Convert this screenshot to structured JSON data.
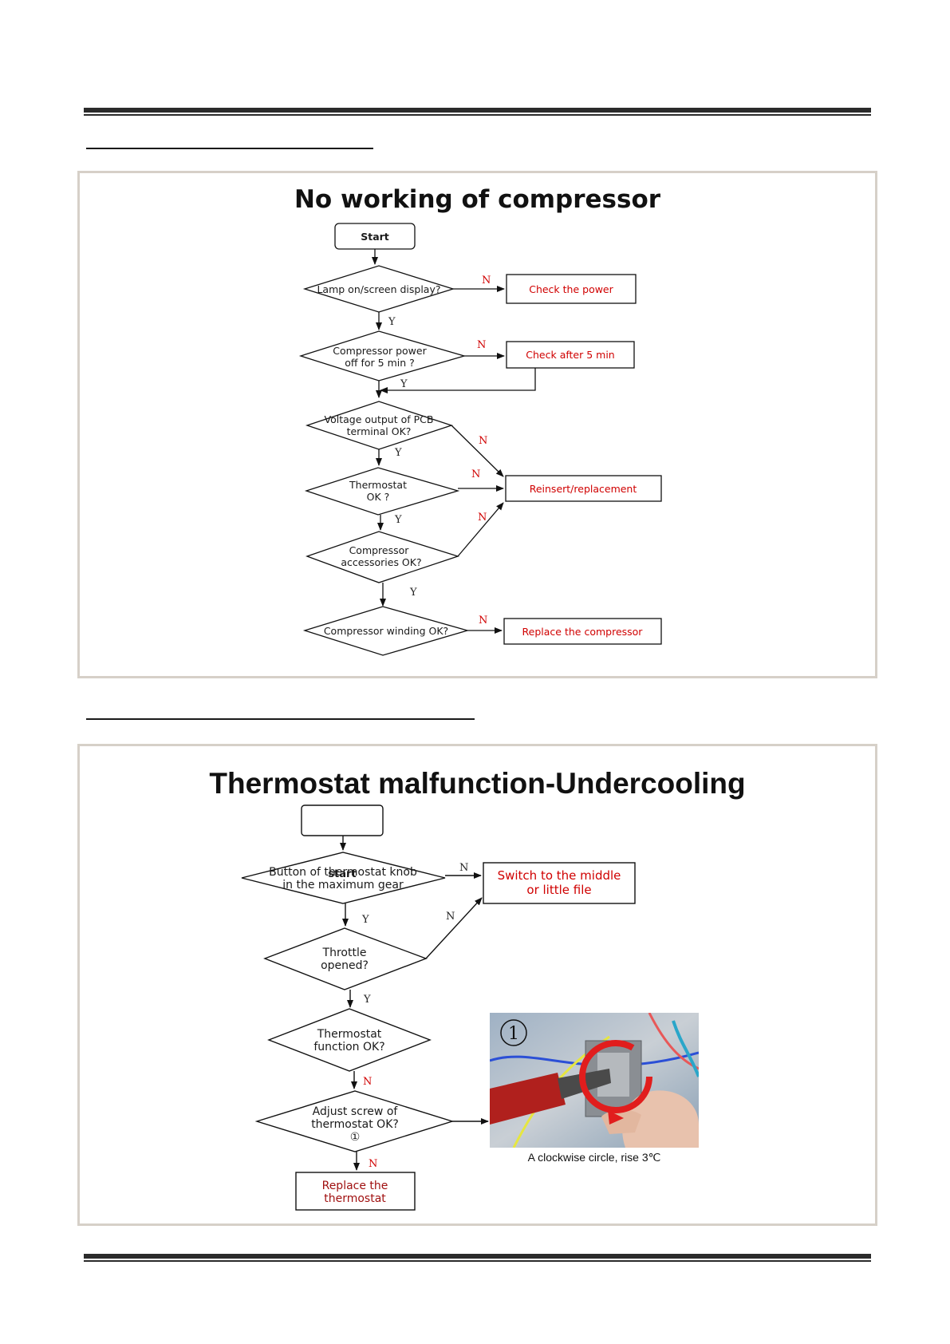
{
  "flowchart1": {
    "title": "No working of compressor",
    "start": "Start",
    "q_lamp": "Lamp on/screen display?",
    "q_power_off_line1": "Compressor power",
    "q_power_off_line2": "off for 5 min ?",
    "q_voltage_line1": "Voltage output of PCB",
    "q_voltage_line2": "terminal OK?",
    "q_thermostat_line1": "Thermostat",
    "q_thermostat_line2": "OK ?",
    "q_accessories_line1": "Compressor",
    "q_accessories_line2": "accessories OK?",
    "q_winding": "Compressor winding OK?",
    "a_check_power": "Check the power",
    "a_check_after": "Check after 5 min",
    "a_reinsert": "Reinsert/replacement",
    "a_replace_compressor": "Replace the compressor",
    "yes": "Y",
    "no": "N"
  },
  "flowchart2": {
    "title": "Thermostat malfunction-Undercooling",
    "start": "start",
    "q_knob_line1": "Button of thermostat knob",
    "q_knob_line2": "in the maximum gear",
    "q_throttle_line1": "Throttle",
    "q_throttle_line2": "opened?",
    "q_function_line1": "Thermostat",
    "q_function_line2": "function OK?",
    "q_adjust_line1": "Adjust screw of",
    "q_adjust_line2": "thermostat OK?",
    "q_adjust_marker": "①",
    "a_switch_line1": "Switch to the middle",
    "a_switch_line2": "or little file",
    "a_replace_line1": "Replace the",
    "a_replace_line2": "thermostat",
    "photo_marker": "1",
    "photo_caption": "A clockwise circle, rise 3℃",
    "yes": "Y",
    "no": "N"
  },
  "colors": {
    "action_text": "#d00000",
    "panel_border": "#d6d0c8"
  }
}
